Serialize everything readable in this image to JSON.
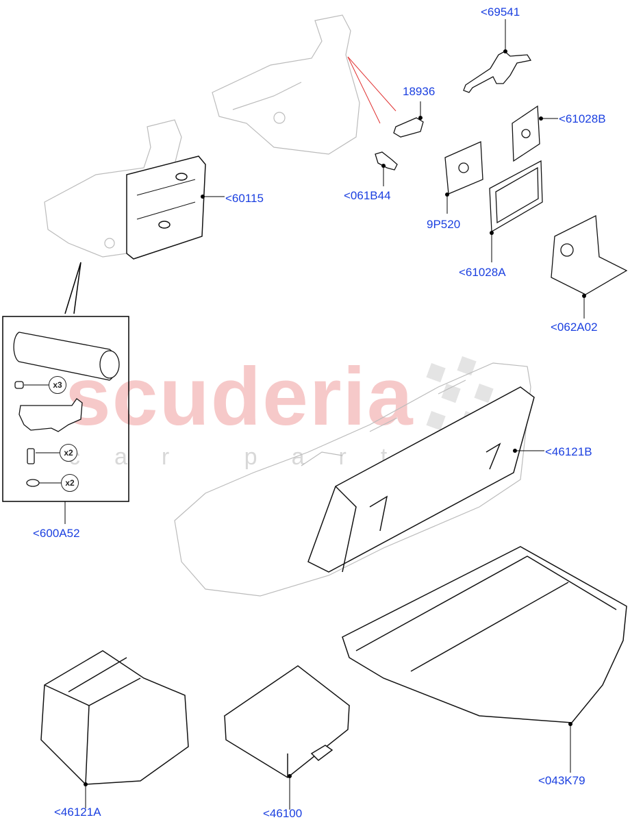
{
  "diagram": {
    "watermark": {
      "main": "scuderia",
      "sub": "car parts"
    },
    "callouts": [
      {
        "id": "69541",
        "label": "<69541"
      },
      {
        "id": "18936",
        "label": "18936"
      },
      {
        "id": "61028B",
        "label": "<61028B"
      },
      {
        "id": "60115",
        "label": "<60115"
      },
      {
        "id": "061B44",
        "label": "<061B44"
      },
      {
        "id": "9P520",
        "label": "9P520"
      },
      {
        "id": "61028A",
        "label": "<61028A"
      },
      {
        "id": "062A02",
        "label": "<062A02"
      },
      {
        "id": "46121B",
        "label": "<46121B"
      },
      {
        "id": "600A52",
        "label": "<600A52"
      },
      {
        "id": "043K79",
        "label": "<043K79"
      },
      {
        "id": "46121A",
        "label": "<46121A"
      },
      {
        "id": "46100",
        "label": "<46100"
      }
    ],
    "kit_quantities": [
      {
        "label": "x3"
      },
      {
        "label": "x2"
      },
      {
        "label": "x2"
      }
    ],
    "colors": {
      "callout": "#1a3fe0",
      "leader": "#000000",
      "seat_outline": "#bbbbbb",
      "red_leader": "#e03030"
    }
  }
}
